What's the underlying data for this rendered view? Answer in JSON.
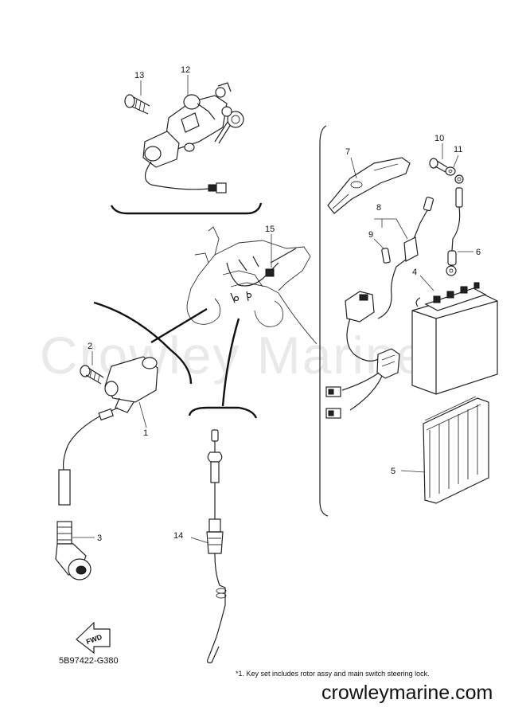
{
  "watermark": "Crowley Marine",
  "diagram_code": "5B97422-G380",
  "footnote": "*1. Key set includes rotor assy and main switch steering lock.",
  "site": "crowleymarine.com",
  "fwd_label": "FWD",
  "callouts": {
    "c1": "1",
    "c2": "2",
    "c3": "3",
    "c4": "4",
    "c5": "5",
    "c6": "6",
    "c7": "7",
    "c8": "8",
    "c9": "9",
    "c10": "10",
    "c11": "11",
    "c12": "12",
    "c13": "13",
    "c14": "14",
    "c15": "15"
  }
}
